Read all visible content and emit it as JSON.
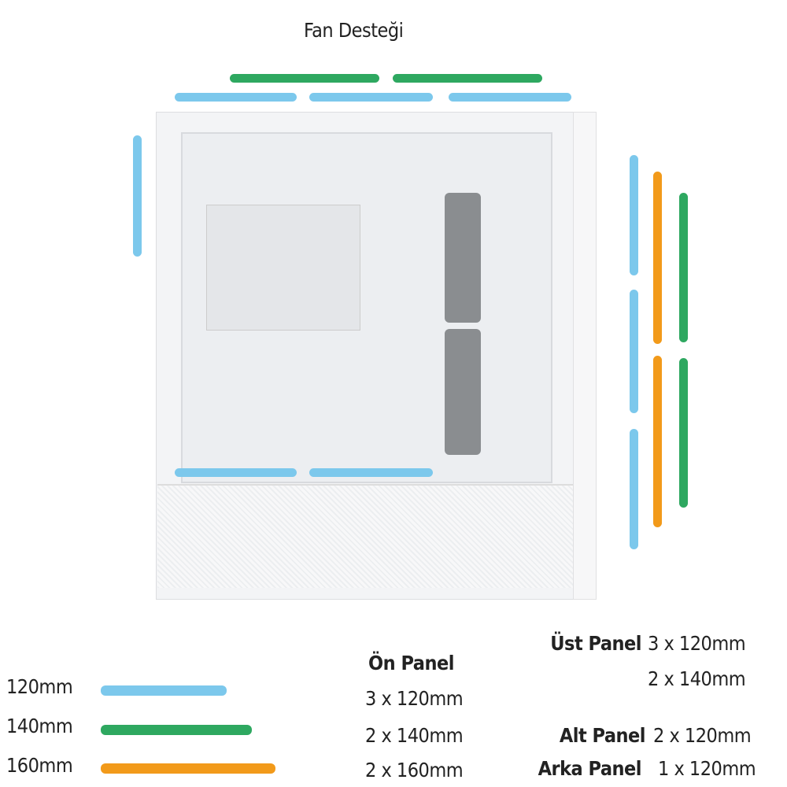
{
  "title": "Fan Desteği",
  "colors": {
    "size_120": "#7cc8ec",
    "size_140": "#2ea860",
    "size_160": "#f29a1a"
  },
  "legend": [
    {
      "label": "120mm",
      "color": "#7cc8ec"
    },
    {
      "label": "140mm",
      "color": "#2ea860"
    },
    {
      "label": "160mm",
      "color": "#f29a1a"
    }
  ],
  "front_panel": {
    "label": "Ön Panel",
    "values": [
      "3 x 120mm",
      "2 x 140mm",
      "2 x 160mm"
    ]
  },
  "top_panel": {
    "label": "Üst Panel",
    "values": [
      "3 x 120mm",
      "2 x 140mm"
    ]
  },
  "bottom_panel": {
    "label": "Alt Panel",
    "value": "2 x 120mm"
  },
  "rear_panel": {
    "label": "Arka Panel",
    "value": "1 x 120mm"
  }
}
